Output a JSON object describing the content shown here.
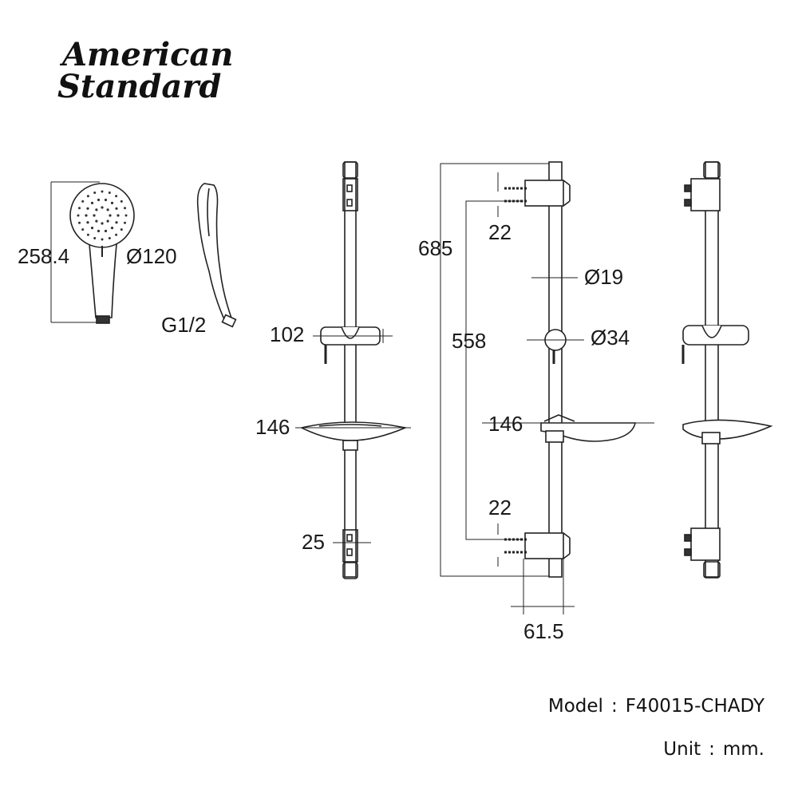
{
  "brand": {
    "line1": "American",
    "line2": "Standard"
  },
  "dimensions": {
    "handshower_length": "258.4",
    "handshower_diameter": "Ø120",
    "hose_thread": "G1/2",
    "holder_depth": "102",
    "soapdish_width_front": "146",
    "bracket_offset": "25",
    "rail_total_height": "685",
    "bracket_top_height": "22",
    "rail_diameter": "Ø19",
    "bracket_spacing": "558",
    "holder_diameter": "Ø34",
    "soapdish_width_side": "146",
    "bracket_bottom_height": "22",
    "wall_projection": "61.5"
  },
  "footer": {
    "model_label": "Model",
    "separator": ":",
    "model_value": "F40015-CHADY",
    "unit_label": "Unit",
    "unit_value": "mm."
  }
}
